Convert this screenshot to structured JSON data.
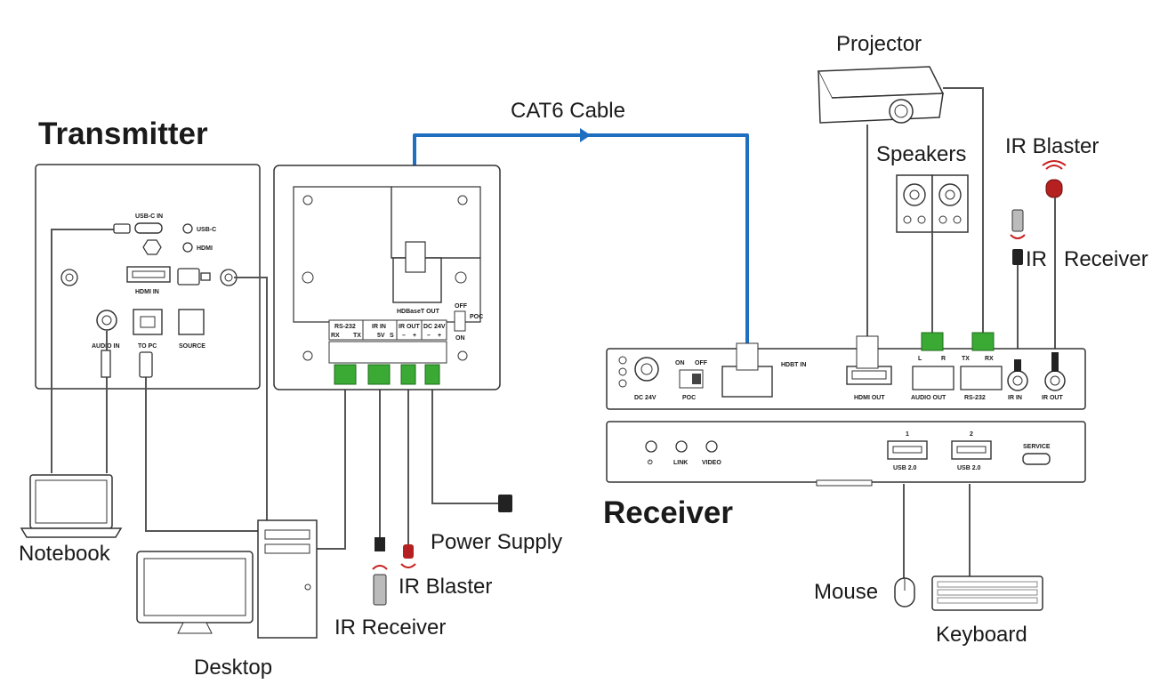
{
  "headings": {
    "transmitter": "Transmitter",
    "receiver": "Receiver"
  },
  "cable": "CAT6 Cable",
  "devices": {
    "projector": "Projector",
    "speakers": "Speakers",
    "ir_blaster_rx": "IR Blaster",
    "ir_receiver_rx": "IR",
    "ir_receiver_rx_2": "Receiver",
    "notebook": "Notebook",
    "desktop": "Desktop",
    "power_supply": "Power Supply",
    "ir_blaster_tx": "IR Blaster",
    "ir_receiver_tx": "IR Receiver",
    "mouse": "Mouse",
    "keyboard": "Keyboard"
  },
  "wallplate": {
    "usbc_in": "USB-C IN",
    "usbc_led": "USB-C",
    "hdmi_led": "HDMI",
    "hdmi_in": "HDMI IN",
    "audio_in": "AUDIO IN",
    "to_pc": "TO PC",
    "source": "SOURCE"
  },
  "back_panel": {
    "rs232": "RS-232",
    "rx": "RX",
    "tx": "TX",
    "ir_in": "IR IN",
    "v5": "5V",
    "s": "S",
    "ir_out": "IR OUT",
    "dc24": "DC 24V",
    "minus": "–",
    "plus": "+",
    "hdbaset_out": "HDBaseT OUT",
    "off": "OFF",
    "on": "ON",
    "poc": "POC"
  },
  "receiver_rear": {
    "dc24": "DC 24V",
    "on": "ON",
    "off": "OFF",
    "poc": "POC",
    "hdbt_in": "HDBT IN",
    "hdmi_out": "HDMI OUT",
    "audio_out": "AUDIO OUT",
    "l": "L",
    "r": "R",
    "tx": "TX",
    "rx": "RX",
    "rs232": "RS-232",
    "ir_in": "IR IN",
    "ir_out": "IR OUT"
  },
  "receiver_front": {
    "link": "LINK",
    "video": "VIDEO",
    "port1": "1",
    "port2": "2",
    "usb1": "USB 2.0",
    "usb2": "USB 2.0",
    "service": "SERVICE"
  },
  "colors": {
    "cat6": "#1f6fc0",
    "terminal": "#3aaa35",
    "ir_red": "#b52020",
    "outline": "#333333"
  }
}
